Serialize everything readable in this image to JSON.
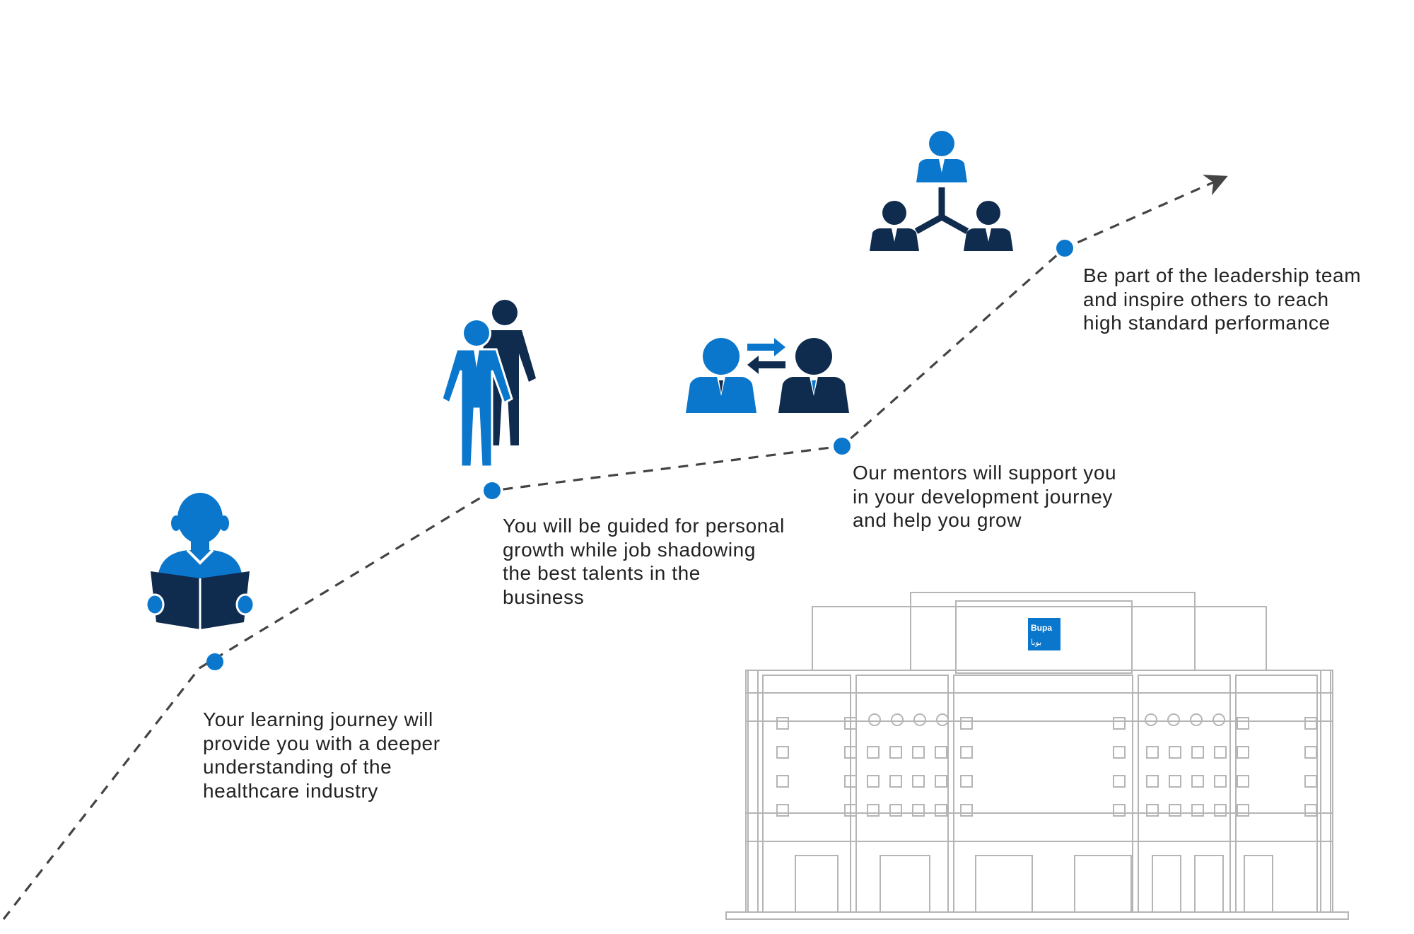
{
  "colors": {
    "accent_blue": "#0a77cc",
    "navy": "#0f2b4e",
    "path_line": "#444444",
    "building_line": "#b5b5b5"
  },
  "steps": [
    {
      "text": "Your learning journey will provide you with a deeper understanding of the healthcare industry",
      "icon": "reading-person-icon"
    },
    {
      "text": "You will be guided for personal growth while job shadowing the best talents in the business",
      "icon": "job-shadowing-icon"
    },
    {
      "text": "Our mentors will support you in your development journey and help you grow",
      "icon": "mentoring-exchange-icon"
    },
    {
      "text": "Be part of the leadership team and inspire others to reach high standard performance",
      "icon": "leadership-team-icon"
    }
  ],
  "building": {
    "logo_text": "Bupa",
    "logo_arabic": "بوبا"
  }
}
